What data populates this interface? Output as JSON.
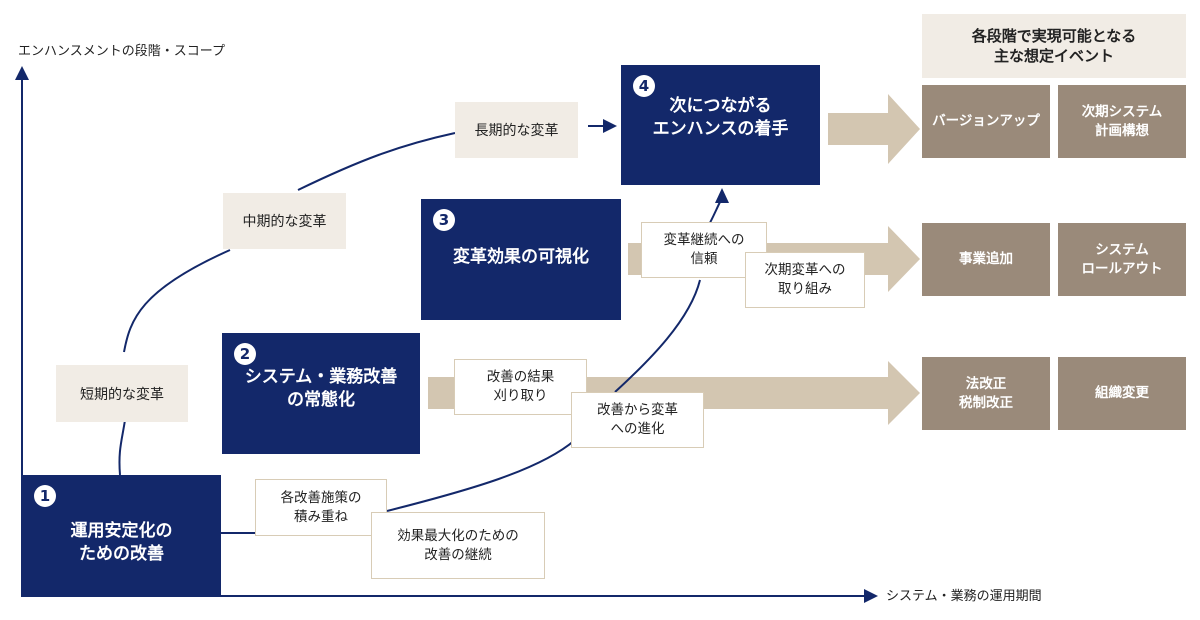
{
  "axes": {
    "y_label": "エンハンスメントの段階・スコープ",
    "x_label": "システム・業務の運用期間"
  },
  "stages": [
    {
      "number": "1",
      "title": "運用安定化の\nための改善"
    },
    {
      "number": "2",
      "title": "システム・業務改善\nの常態化"
    },
    {
      "number": "3",
      "title": "変革効果の可視化"
    },
    {
      "number": "4",
      "title": "次につながる\nエンハンスの着手"
    }
  ],
  "transformations": {
    "short": "短期的な変革",
    "mid": "中期的な変革",
    "long": "長期的な変革"
  },
  "notes": {
    "accumulation": "各改善施策の\n積み重ね",
    "continuation": "効果最大化のための\n改善の継続",
    "harvest": "改善の結果\n刈り取り",
    "evolution": "改善から変革\nへの進化",
    "trust": "変革継続への\n信頼",
    "next_effort": "次期変革への\n取り組み"
  },
  "events_header": "各段階で実現可能となる\n主な想定イベント",
  "events": [
    {
      "row": "stage4",
      "items": [
        "バージョンアップ",
        "次期システム\n計画構想"
      ]
    },
    {
      "row": "stage3",
      "items": [
        "事業追加",
        "システム\nロールアウト"
      ]
    },
    {
      "row": "stage2",
      "items": [
        "法改正\n税制改正",
        "組織変更"
      ]
    }
  ],
  "colors": {
    "navy": "#13286a",
    "beige_box": "#f1ece5",
    "event_box": "#9a8a7a",
    "flow_arrow": "#d3c6b1",
    "note_border": "#d8ccb6"
  }
}
